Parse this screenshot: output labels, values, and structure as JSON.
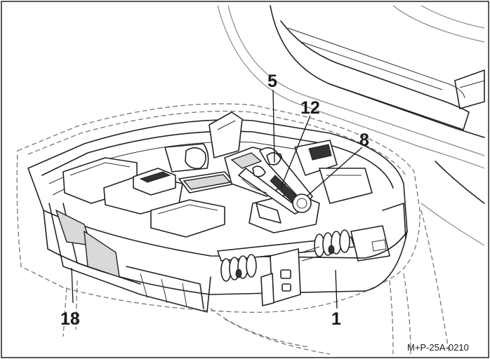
{
  "figure": {
    "code": "M+P-25A-0210",
    "callouts": [
      {
        "id": "c5",
        "label": "5"
      },
      {
        "id": "c12",
        "label": "12"
      },
      {
        "id": "c8",
        "label": "8"
      },
      {
        "id": "c18",
        "label": "18"
      },
      {
        "id": "c1",
        "label": "1"
      }
    ]
  }
}
